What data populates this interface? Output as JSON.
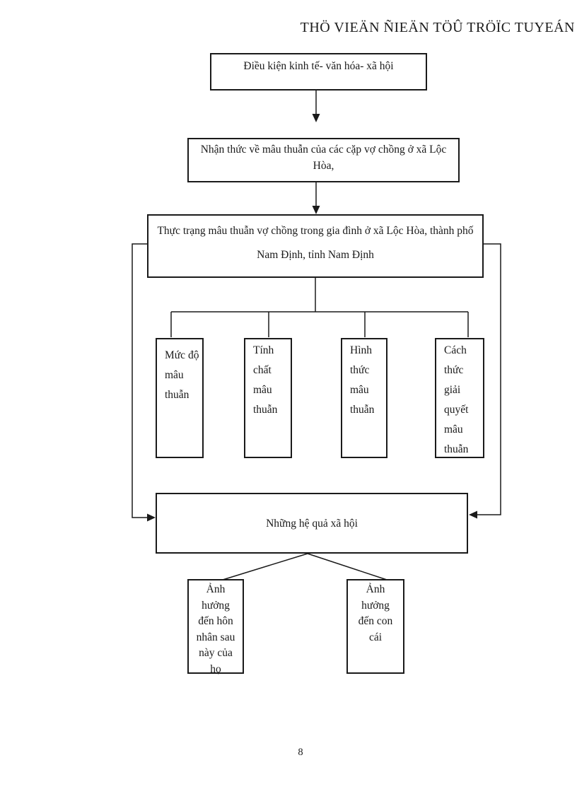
{
  "watermark": "THÖ VIEÄN ÑIEÄN TÖÛ TRÖÏC TUYEÁN",
  "page_number": "8",
  "colors": {
    "ink": "#1a1a1a",
    "paper": "#ffffff"
  },
  "diagram": {
    "type": "flowchart",
    "boxes": {
      "economic": "Điều kiện kinh tế- văn hóa- xã hội",
      "awareness": "Nhận thức về mâu thuẫn của các cặp vợ chồng ở xã Lộc\nHòa,",
      "reality": "Thực trạng mâu thuẫn vợ chồng trong gia đình ở xã Lộc Hòa, thành phố\nNam Định, tỉnh Nam Định",
      "level": "Mức độ\nmâu\nthuẫn",
      "nature": "Tính\nchất\nmâu\nthuẫn",
      "form": "Hình\nthức\nmâu\nthuẫn",
      "resolution": "Cách\nthức\ngiải\nquyết\nmâu\nthuẫn",
      "consequences": "Những hệ quả xã hội",
      "marriage_impact": "Ảnh\nhưởng\nđến hôn\nnhân sau\nnày của\nhọ",
      "children_impact": "Ảnh\nhưởng\nđến con\ncái"
    }
  }
}
